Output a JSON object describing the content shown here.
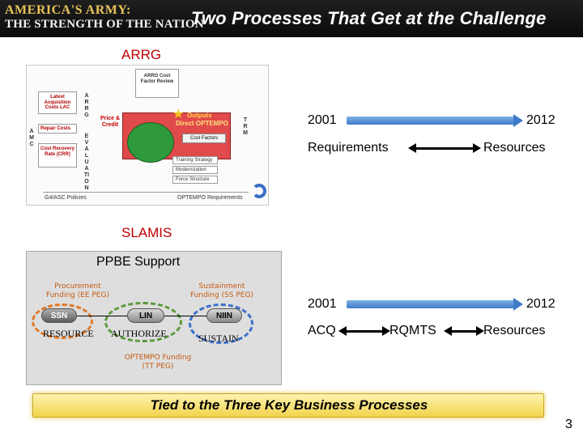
{
  "header": {
    "logo_line1": "AMERICA'S ARMY:",
    "logo_line2": "THE STRENGTH OF THE NATION",
    "title": "Two Processes That Get at the Challenge"
  },
  "arrg": {
    "label": "ARRG",
    "diagram": {
      "top_box": "ARRG Cost Factor Review",
      "left_boxes": [
        "Latest Acquisition Costs LAC",
        "Repair Costs",
        "Cost Recovery Rate (CRR)"
      ],
      "amc_vertical": "AMC",
      "arrg_vertical": "ARRG",
      "evaluation_vertical": "EVALUATION",
      "price_credit": "Price & Credit",
      "outputs": "Outputs",
      "direct_optempo": "Direct OPTEMPO",
      "cost_factors": "Cost Factors",
      "trm_vertical": "TRM",
      "g4_policies": "G4/ASC Policies",
      "optempo_requirements": "OPTEMPO Requirements",
      "inner_items": [
        "Training Strategy",
        "Modernization",
        "Force Structure"
      ]
    },
    "timeline": {
      "start_year": "2001",
      "end_year": "2012",
      "left": "Requirements",
      "right": "Resources"
    }
  },
  "slamis": {
    "label": "SLAMIS",
    "diagram": {
      "ppbe": "PPBE Support",
      "procurement": "Procurement Funding (EE PEG)",
      "sustainment": "Sustainment Funding (SS PEG)",
      "optempo": "OPTEMPO Funding (TT PEG)",
      "ssn": "SSN",
      "lin": "LIN",
      "niin": "NIIN",
      "resource": "RESOURCE",
      "authorize": "AUTHORIZE",
      "sustain": "SUSTAIN"
    },
    "timeline": {
      "start_year": "2001",
      "end_year": "2012",
      "left": "ACQ",
      "middle": "RQMTS",
      "right": "Resources"
    }
  },
  "footer": {
    "tied": "Tied to the Three Key Business Processes",
    "page_number": "3"
  },
  "colors": {
    "section_label": "#c00000",
    "timeline_arrow": "#3f7cc8",
    "tied_bar": "#f2d34a"
  }
}
